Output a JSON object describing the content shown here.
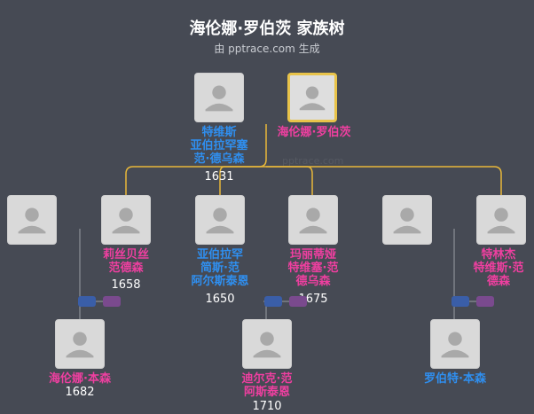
{
  "header": {
    "title": "海伦娜·罗伯茨 家族树",
    "subtitle": "由 pptrace.com 生成"
  },
  "people": {
    "p_father": {
      "name_lines": [
        "特维斯",
        "亚伯拉罕塞",
        "范·德乌森"
      ],
      "year": "1631",
      "gender": "male"
    },
    "p_helena_top": {
      "name_lines": [
        "海伦娜·罗伯茨"
      ],
      "year": "",
      "gender": "female"
    },
    "p_lisbeth": {
      "name_lines": [
        "莉丝贝丝",
        "范德森"
      ],
      "year": "1658",
      "gender": "female"
    },
    "p_abraham": {
      "name_lines": [
        "亚伯拉罕",
        "简斯·范",
        "阿尔斯泰恩"
      ],
      "year": "1650",
      "gender": "male"
    },
    "p_maritje": {
      "name_lines": [
        "玛丽蒂娅",
        "特维塞·范",
        "德乌森"
      ],
      "year": "1675",
      "gender": "female"
    },
    "p_tryntje": {
      "name_lines": [
        "特林杰",
        "特维斯·范",
        "德森"
      ],
      "year": "",
      "gender": "female"
    },
    "p_helena_bensen": {
      "name_lines": [
        "海伦娜·本森"
      ],
      "year": "1682",
      "gender": "female"
    },
    "p_dirk": {
      "name_lines": [
        "迪尔克·范",
        "阿斯泰恩"
      ],
      "year": "1710",
      "gender": "female"
    },
    "p_robert": {
      "name_lines": [
        "罗伯特·本森"
      ],
      "year": "",
      "gender": "male"
    }
  },
  "watermark": "pptrace.com"
}
